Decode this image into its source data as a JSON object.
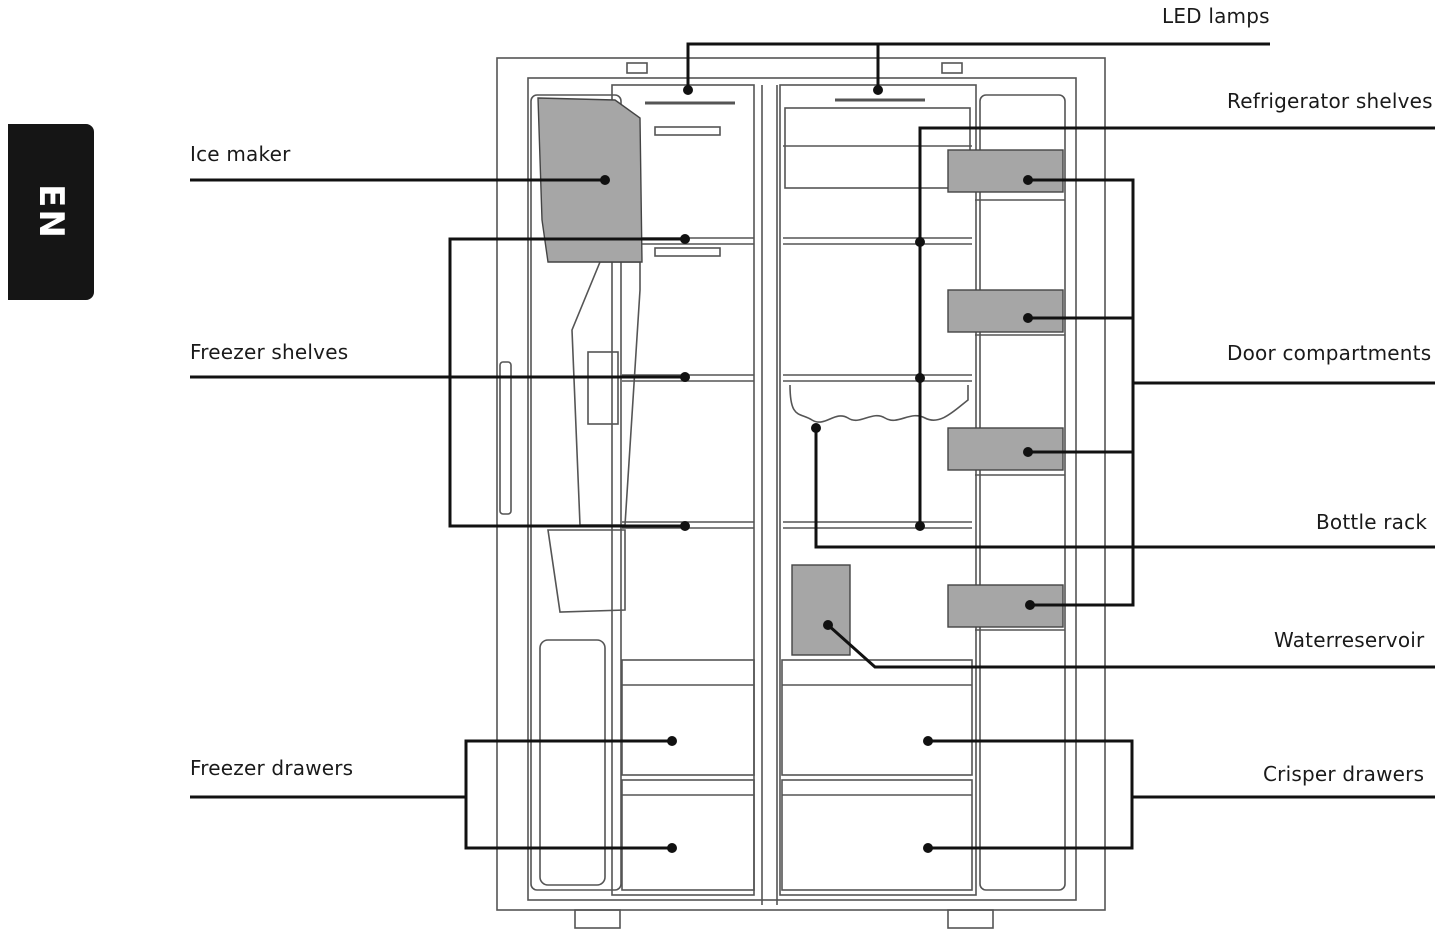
{
  "language_tab": "EN",
  "labels": {
    "led_lamps": "LED lamps",
    "refrigerator_shelves": "Refrigerator shelves",
    "ice_maker": "Ice maker",
    "freezer_shelves": "Freezer shelves",
    "door_compartments": "Door compartments",
    "bottle_rack": "Bottle rack",
    "waterreservoir": "Waterreservoir",
    "freezer_drawers": "Freezer drawers",
    "crisper_drawers": "Crisper drawers"
  },
  "colors": {
    "line": "#111111",
    "outline": "#555555",
    "highlight": "#9a9a9a",
    "tab": "#151515"
  }
}
